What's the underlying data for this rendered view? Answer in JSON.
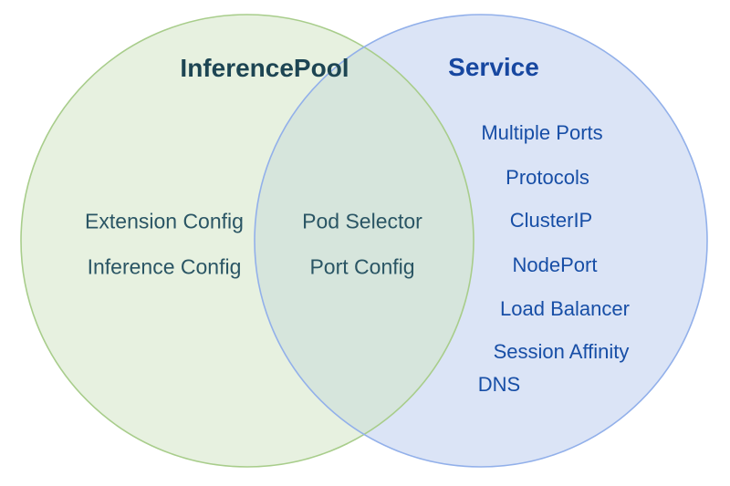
{
  "colors": {
    "background": "#ffffff",
    "green_fill": "#e7f1e0",
    "green_stroke": "#a8cd8b",
    "blue_fill": "#dbe4f6",
    "blue_stroke": "#92b0ea",
    "overlap_fill": "#d6e5dc",
    "teal_heading": "#1d4553",
    "teal_text": "#2a5564",
    "blue_heading": "#1747a0",
    "blue_text": "#174ea6"
  },
  "diagram": {
    "type": "venn",
    "left": {
      "label": "InferencePool",
      "items": [
        "Extension Config",
        "Inference Config"
      ]
    },
    "overlap": {
      "items": [
        "Pod Selector",
        "Port Config"
      ]
    },
    "right": {
      "label": "Service",
      "items": [
        "Multiple Ports",
        "Protocols",
        "ClusterIP",
        "NodePort",
        "Load Balancer",
        "Session Affinity",
        "DNS"
      ]
    }
  }
}
